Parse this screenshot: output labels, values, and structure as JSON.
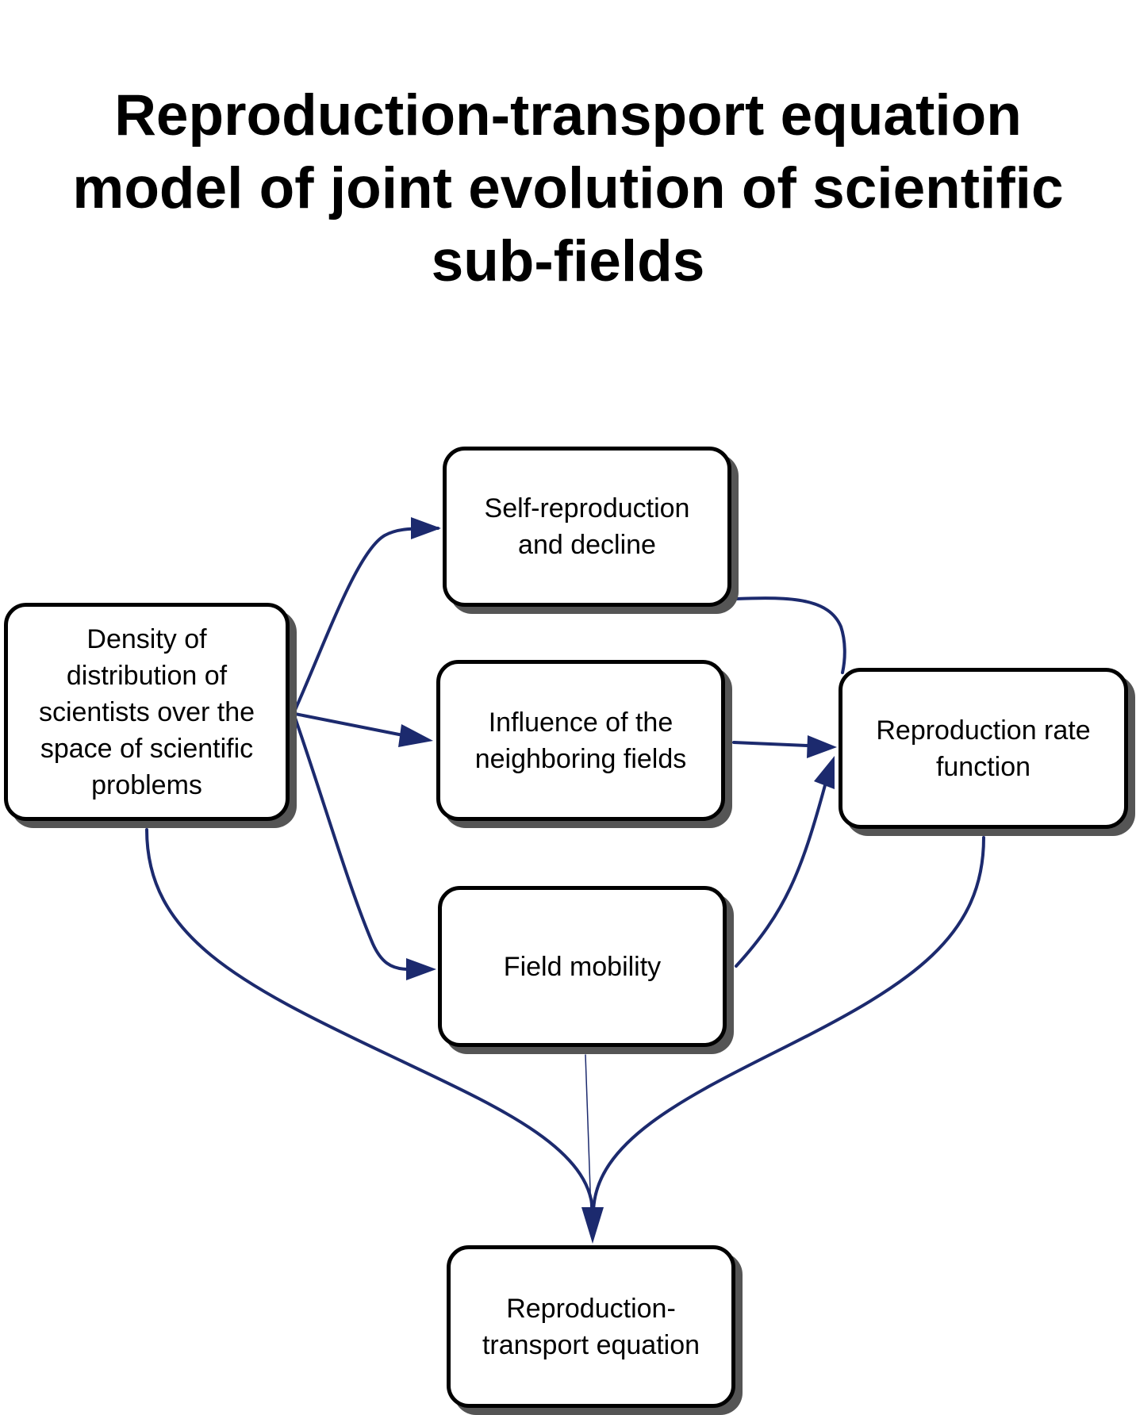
{
  "title": {
    "line1": "Reproduction-transport equation",
    "line2": "model of joint evolution of scientific",
    "line3": "sub-fields"
  },
  "nodes": {
    "density": {
      "lines": [
        "Density of",
        "distribution of",
        "scientists over the",
        "space of scientific",
        "problems"
      ]
    },
    "self_reproduction": {
      "lines": [
        "Self-reproduction",
        "and decline"
      ]
    },
    "influence": {
      "lines": [
        "Influence of the",
        "neighboring fields"
      ]
    },
    "mobility": {
      "lines": [
        "Field mobility"
      ]
    },
    "rate_function": {
      "lines": [
        "Reproduction rate",
        "function"
      ]
    },
    "equation": {
      "lines": [
        "Reproduction-",
        "transport equation"
      ]
    }
  },
  "colors": {
    "edge": "#1c2a6e",
    "node_border": "#000000",
    "node_shadow": "#555555"
  }
}
